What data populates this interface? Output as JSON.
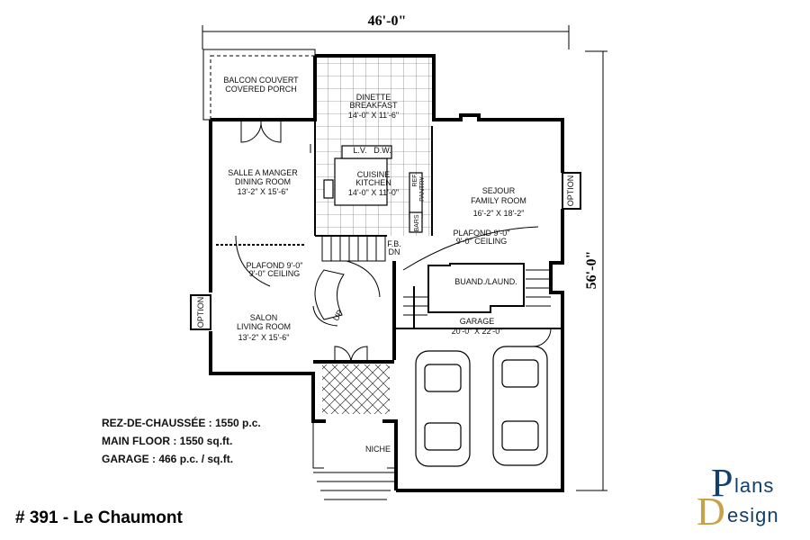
{
  "plan": {
    "width_dim": "46'-0\"",
    "depth_dim": "56'-0\"",
    "title": "# 391 - Le Chaumont"
  },
  "rooms": {
    "balcony": {
      "fr": "BALCON COUVERT",
      "en": "COVERED PORCH"
    },
    "dinette": {
      "fr": "DINETTE",
      "en": "BREAKFAST",
      "size": "14'-0\" X 11'-6\""
    },
    "dining": {
      "fr": "SALLE A MANGER",
      "en": "DINING ROOM",
      "size": "13'-2\" X 15'-6\""
    },
    "kitchen": {
      "fr": "CUISINE",
      "en": "KITCHEN",
      "size": "14'-0\" X 11'-0\""
    },
    "family": {
      "fr": "SEJOUR",
      "en": "FAMILY ROOM",
      "size": "16'-2\" X 18'-2\""
    },
    "living": {
      "fr": "SALON",
      "en": "LIVING ROOM",
      "size": "13'-2\" X 15'-6\""
    },
    "garage": {
      "fr": "GARAGE",
      "size": "20'-0\" X 22'-0\""
    },
    "laundry": {
      "label": "BUAND./LAUND."
    },
    "niche": {
      "label": "NICHE"
    }
  },
  "ceilings": {
    "left": {
      "fr": "PLAFOND 9'-0\"",
      "en": "9'-0\" CEILING"
    },
    "right": {
      "fr": "PLAFOND 9'-0\"",
      "en": "9'-0\" CEILING"
    }
  },
  "annotations": {
    "option_left": "OPTION",
    "option_right": "OPTION",
    "fb": "F.B.",
    "dn": "DN",
    "up": "UP",
    "lv": "L.V.",
    "dw": "D.W.",
    "ref": "REF.",
    "pantry": "PANTRY",
    "bars": "BARS"
  },
  "areas": {
    "line1": "REZ-DE-CHAUSSÉE : 1550 p.c.",
    "line2": "MAIN FLOOR : 1550 sq.ft.",
    "line3": "GARAGE : 466 p.c. / sq.ft."
  },
  "logo": {
    "letter1": "P",
    "word1": "lans",
    "letter2": "D",
    "word2": "esign",
    "colors": {
      "primary": "#123f6b",
      "accent": "#c8a24a"
    }
  }
}
